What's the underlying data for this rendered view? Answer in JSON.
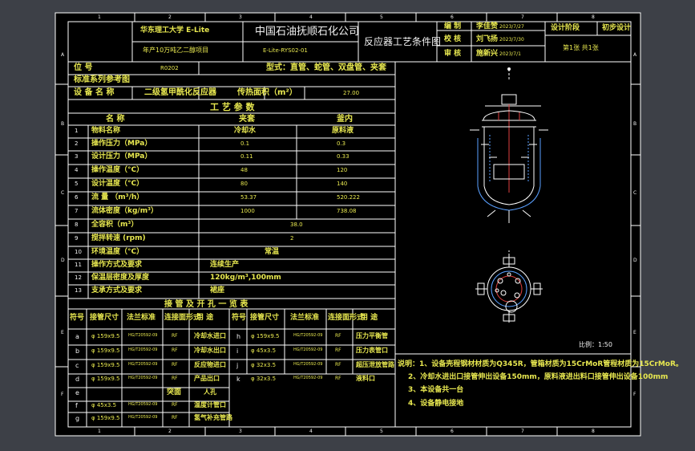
{
  "title_block": {
    "university": "华东理工大学  E-Lite",
    "company": "中国石油抚顺石化公司",
    "drawing_title": "反应器工艺条件图",
    "project": "年产10万吨乙二醇项目",
    "drawing_no": "E-Lite-RYS02-01",
    "roles": [
      {
        "role": "编  制",
        "name": "李佳赞",
        "date": "2023/7/27"
      },
      {
        "role": "校  核",
        "name": "刘飞扬",
        "date": "2023/7/30"
      },
      {
        "role": "审  核",
        "name": "施新兴",
        "date": "2023/7/1"
      }
    ],
    "stage_label": "设计阶段",
    "stage_value": "初步设计",
    "sheet": "第1张  共1张"
  },
  "equipment": {
    "tag_label": "位    号",
    "tag_value": "R0202",
    "type_text": "型式：直管、蛇管、双盘管、夹套",
    "standard_label": "标准系列参考图",
    "name_label": "设 备 名 称",
    "name_value": "二级氢甲酰化反应器",
    "area_label": "传热面积（m²）",
    "area_value": "27.00"
  },
  "params": {
    "section_title": "工  艺  参  数",
    "col_name": "名        称",
    "col_jacket": "夹套",
    "col_inner": "釜内",
    "rows": [
      {
        "no": "1",
        "name": "物料名称",
        "jacket": "冷却水",
        "inner": "原料液"
      },
      {
        "no": "2",
        "name": "操作压力（MPa）",
        "jacket": "0.1",
        "inner": "0.3"
      },
      {
        "no": "3",
        "name": "设计压力（MPa）",
        "jacket": "0.11",
        "inner": "0.33"
      },
      {
        "no": "4",
        "name": "操作温度（°C）",
        "jacket": "48",
        "inner": "120"
      },
      {
        "no": "5",
        "name": "设计温度（°C）",
        "jacket": "80",
        "inner": "140"
      },
      {
        "no": "6",
        "name": "流  量  （m³/h）",
        "jacket": "53.37",
        "inner": "520.222"
      },
      {
        "no": "7",
        "name": "流体密度（kg/m³）",
        "jacket": "1000",
        "inner": "738.08"
      }
    ],
    "rows_span": [
      {
        "no": "8",
        "name": "全容积（m³）",
        "value": "38.0"
      },
      {
        "no": "9",
        "name": "搅拌转速 (rpm)",
        "value": "2"
      },
      {
        "no": "10",
        "name": "环境温度（°C）",
        "value": "常温"
      }
    ],
    "rows_free": [
      {
        "no": "11",
        "name": "操作方式及要求",
        "value": "连续生产"
      },
      {
        "no": "12",
        "name": "保温层密度及厚度",
        "value": "120kg/m³,100mm"
      },
      {
        "no": "13",
        "name": "支承方式及要求",
        "value": "裙座"
      }
    ]
  },
  "nozzles": {
    "title": "接  管  及  开  孔  一  览  表",
    "headers": [
      "符号",
      "接管尺寸",
      "法兰标准",
      "连接面形式",
      "用    途"
    ],
    "left": [
      {
        "sym": "a",
        "size": "φ 159x9.5",
        "std": "HG/T20592-09",
        "face": "RF",
        "use": "冷却水进口"
      },
      {
        "sym": "b",
        "size": "φ 159x9.5",
        "std": "HG/T20592-09",
        "face": "RF",
        "use": "冷却水出口"
      },
      {
        "sym": "c",
        "size": "φ 159x9.5",
        "std": "HG/T20592-09",
        "face": "RF",
        "use": "反应物进口"
      },
      {
        "sym": "d",
        "size": "φ 159x9.5",
        "std": "HG/T20592-09",
        "face": "RF",
        "use": "产品出口"
      },
      {
        "sym": "e",
        "size": "",
        "std": "",
        "face": "突面",
        "use": "人孔"
      },
      {
        "sym": "f",
        "size": "φ 45x3.5",
        "std": "HG/T20592-09",
        "face": "RF",
        "use": "温度计管口"
      },
      {
        "sym": "g",
        "size": "φ 159x9.5",
        "std": "HG/T20592-09",
        "face": "RF",
        "use": "氢气补充管路"
      }
    ],
    "right": [
      {
        "sym": "h",
        "size": "φ 159x9.5",
        "std": "HG/T20592-09",
        "face": "RF",
        "use": "压力平衡管"
      },
      {
        "sym": "i",
        "size": "φ 45x3.5",
        "std": "HG/T20592-09",
        "face": "RF",
        "use": "压力表管口"
      },
      {
        "sym": "j",
        "size": "φ 32x3.5",
        "std": "HG/T20592-09",
        "face": "RF",
        "use": "超压泄放管路"
      },
      {
        "sym": "k",
        "size": "φ 32x3.5",
        "std": "HG/T20592-09",
        "face": "RF",
        "use": "液料口"
      }
    ]
  },
  "scale": "比例：1:50",
  "notes": [
    "说明：1、设备壳程钢材材质为Q345R，管箱材质为15CrMoR管程材质为15CrMoR。",
    "2、冷却水进出口接管伸出设备150mm，原料液进出料口接管伸出设备100mm",
    "3、本设备共一台",
    "4、设备静电接地"
  ],
  "border": {
    "cols_top": [
      "1",
      "2",
      "3",
      "4",
      "5",
      "6",
      "7",
      "8"
    ],
    "rows_side": [
      "A",
      "B",
      "C",
      "D",
      "E",
      "F"
    ]
  }
}
